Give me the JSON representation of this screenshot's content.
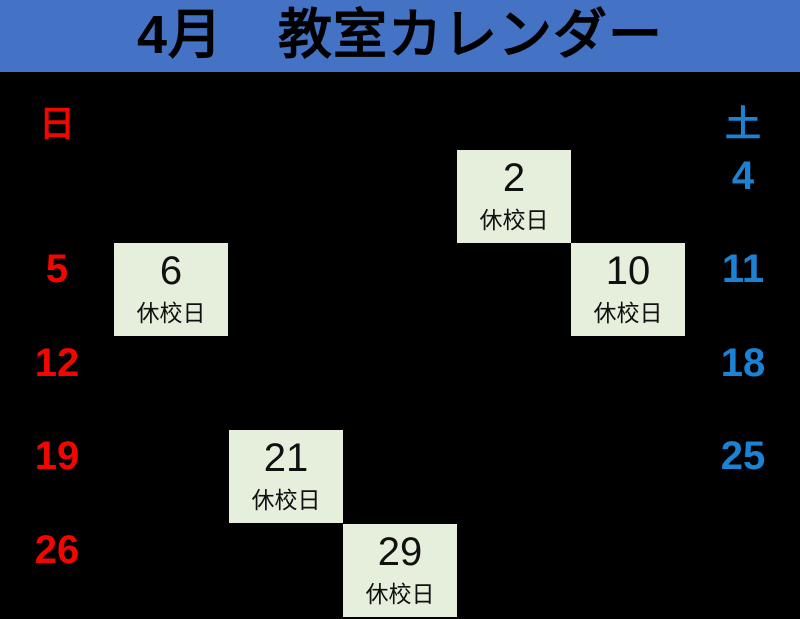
{
  "header": {
    "title": "4月　教室カレンダー"
  },
  "calendar": {
    "month": "4月",
    "weekday_headers": {
      "sunday": "日",
      "saturday": "土"
    },
    "sunday_dates": [
      "5",
      "12",
      "19",
      "26"
    ],
    "saturday_dates": [
      "4",
      "11",
      "18",
      "25"
    ],
    "closed_days": [
      {
        "date": "2",
        "label": "休校日"
      },
      {
        "date": "6",
        "label": "休校日"
      },
      {
        "date": "10",
        "label": "休校日"
      },
      {
        "date": "21",
        "label": "休校日"
      },
      {
        "date": "29",
        "label": "休校日"
      }
    ]
  },
  "colors": {
    "header_bg": "#4472C4",
    "title_text": "#000000",
    "background": "#000000",
    "sunday_red": "#F40600",
    "saturday_blue": "#1B82D4",
    "closed_cell_bg": "#E6EFDC",
    "cell_text": "#111111"
  }
}
